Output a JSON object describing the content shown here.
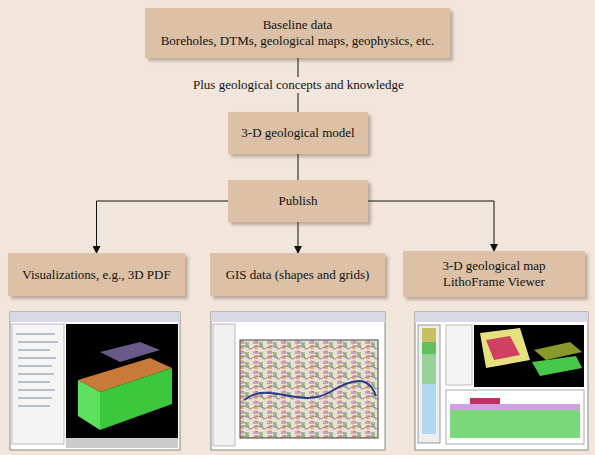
{
  "diagram": {
    "nodes": [
      {
        "text": [
          "Baseline data",
          "Boreholes, DTMs, geological maps, geophysics, etc."
        ]
      },
      {
        "text": [
          "3-D geological model"
        ]
      },
      {
        "text": [
          "Publish"
        ]
      },
      {
        "text": [
          "Visualizations, e.g., 3D PDF"
        ]
      },
      {
        "text": [
          "GIS data (shapes and grids)"
        ]
      },
      {
        "text": [
          "3-D geological map LithoFrame Viewer"
        ]
      }
    ],
    "edges": [
      {
        "from": 0,
        "to": 1,
        "arrow": "none",
        "label": "Plus geological concepts and knowledge"
      },
      {
        "from": 1,
        "to": 2,
        "arrow": "none"
      },
      {
        "from": 2,
        "to": 3,
        "arrow": "to"
      },
      {
        "from": 2,
        "to": 4,
        "arrow": "to"
      },
      {
        "from": 2,
        "to": 5,
        "arrow": "to"
      }
    ]
  }
}
